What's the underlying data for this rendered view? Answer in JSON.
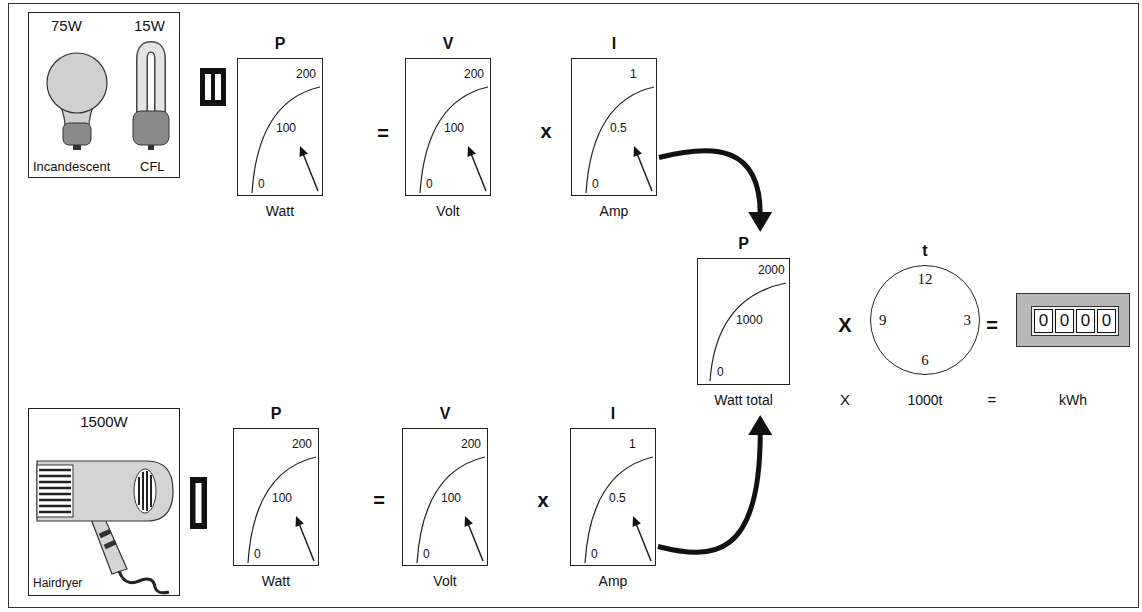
{
  "diagram": {
    "nodes": [
      {
        "text": [
          "75W",
          "15W",
          "Incandescent",
          "CFL"
        ]
      },
      {
        "text": [
          "P",
          "0",
          "100",
          "200",
          "Watt"
        ]
      },
      {
        "text": [
          "V",
          "0",
          "100",
          "200",
          "Volt"
        ]
      },
      {
        "text": [
          "I",
          "0",
          "0.5",
          "1",
          "Amp"
        ]
      },
      {
        "text": [
          "P",
          "0",
          "1000",
          "2000",
          "Watt total"
        ]
      },
      {
        "text": [
          "t",
          "12",
          "9",
          "3",
          "6",
          "1000t"
        ]
      },
      {
        "text": [
          "0",
          "0",
          "0",
          "0",
          "kWh"
        ]
      },
      {
        "text": [
          "1500W",
          "Hairdryer"
        ]
      },
      {
        "text": [
          "P",
          "0",
          "100",
          "200",
          "Watt"
        ]
      },
      {
        "text": [
          "V",
          "0",
          "100",
          "200",
          "Volt"
        ]
      },
      {
        "text": [
          "I",
          "0",
          "0.5",
          "1",
          "Amp"
        ]
      }
    ],
    "edges": [
      {
        "from": 3,
        "to": 4,
        "arrow": "to"
      },
      {
        "from": 10,
        "to": 4,
        "arrow": "to"
      }
    ],
    "labels": [
      "=",
      "x",
      "X",
      "=",
      "X",
      "=",
      "=",
      "x"
    ]
  }
}
